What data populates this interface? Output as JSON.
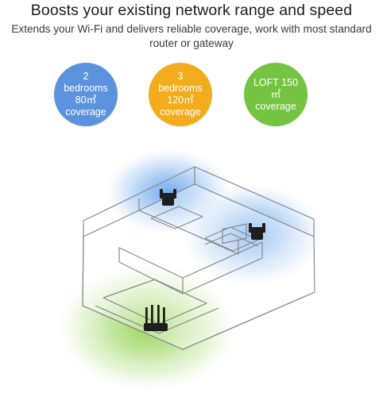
{
  "header": {
    "title": "Boosts your existing network range and speed",
    "subtitle": "Extends your Wi-Fi and delivers reliable coverage, work with most standard router or gateway"
  },
  "badges": [
    {
      "text": "2\nbedrooms\n80㎡\ncoverage",
      "color": "#5b93de"
    },
    {
      "text": "3\nbedrooms\n120㎡\ncoverage",
      "color": "#f3ac1c"
    },
    {
      "text": "LOFT 150\n㎡\ncoverage",
      "color": "#74c442"
    }
  ],
  "illustration": {
    "devices": [
      "repeater-icon",
      "repeater-icon",
      "router-icon"
    ],
    "signal_colors": {
      "blue": "#8db8ec",
      "green": "#b8e08a"
    }
  }
}
